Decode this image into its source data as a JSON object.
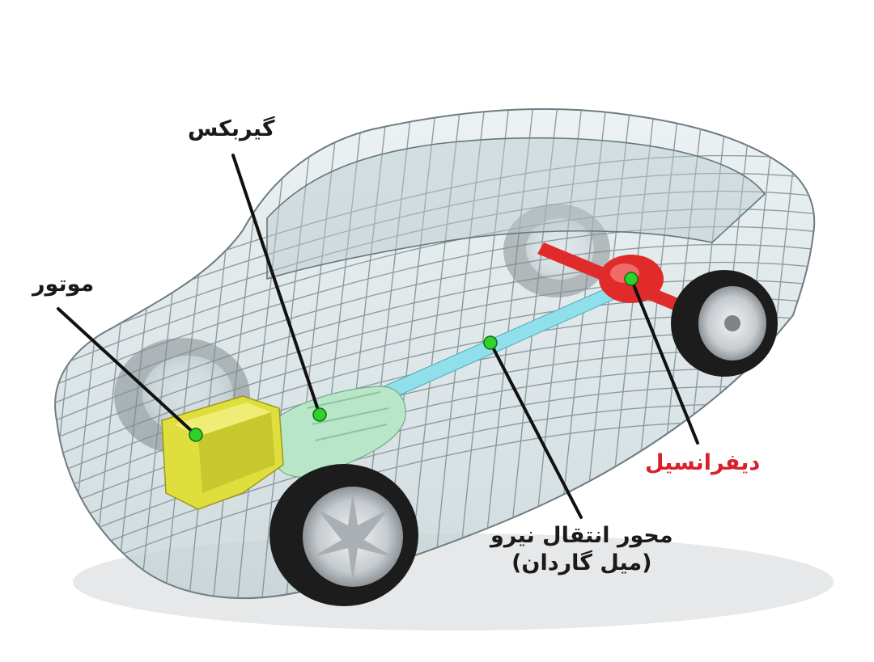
{
  "labels": {
    "gearbox": "گیربکس",
    "engine": "موتور",
    "differential": "دیفرانسیل",
    "driveshaft_line1": "محور انتقال نیرو",
    "driveshaft_line2": "(میل گاردان)"
  },
  "colors": {
    "body_fill": "#d4e0e3",
    "body_mesh": "#7e8e93",
    "tire": "#1c1c1c",
    "rim": "#c9cdd0",
    "engine": "#e0de3c",
    "gearbox": "#b8e6c8",
    "driveshaft": "#8fe0ea",
    "differential": "#e12a2a",
    "marker": "#2ed12e",
    "leader": "#111111",
    "differential_label": "#d8202a"
  }
}
